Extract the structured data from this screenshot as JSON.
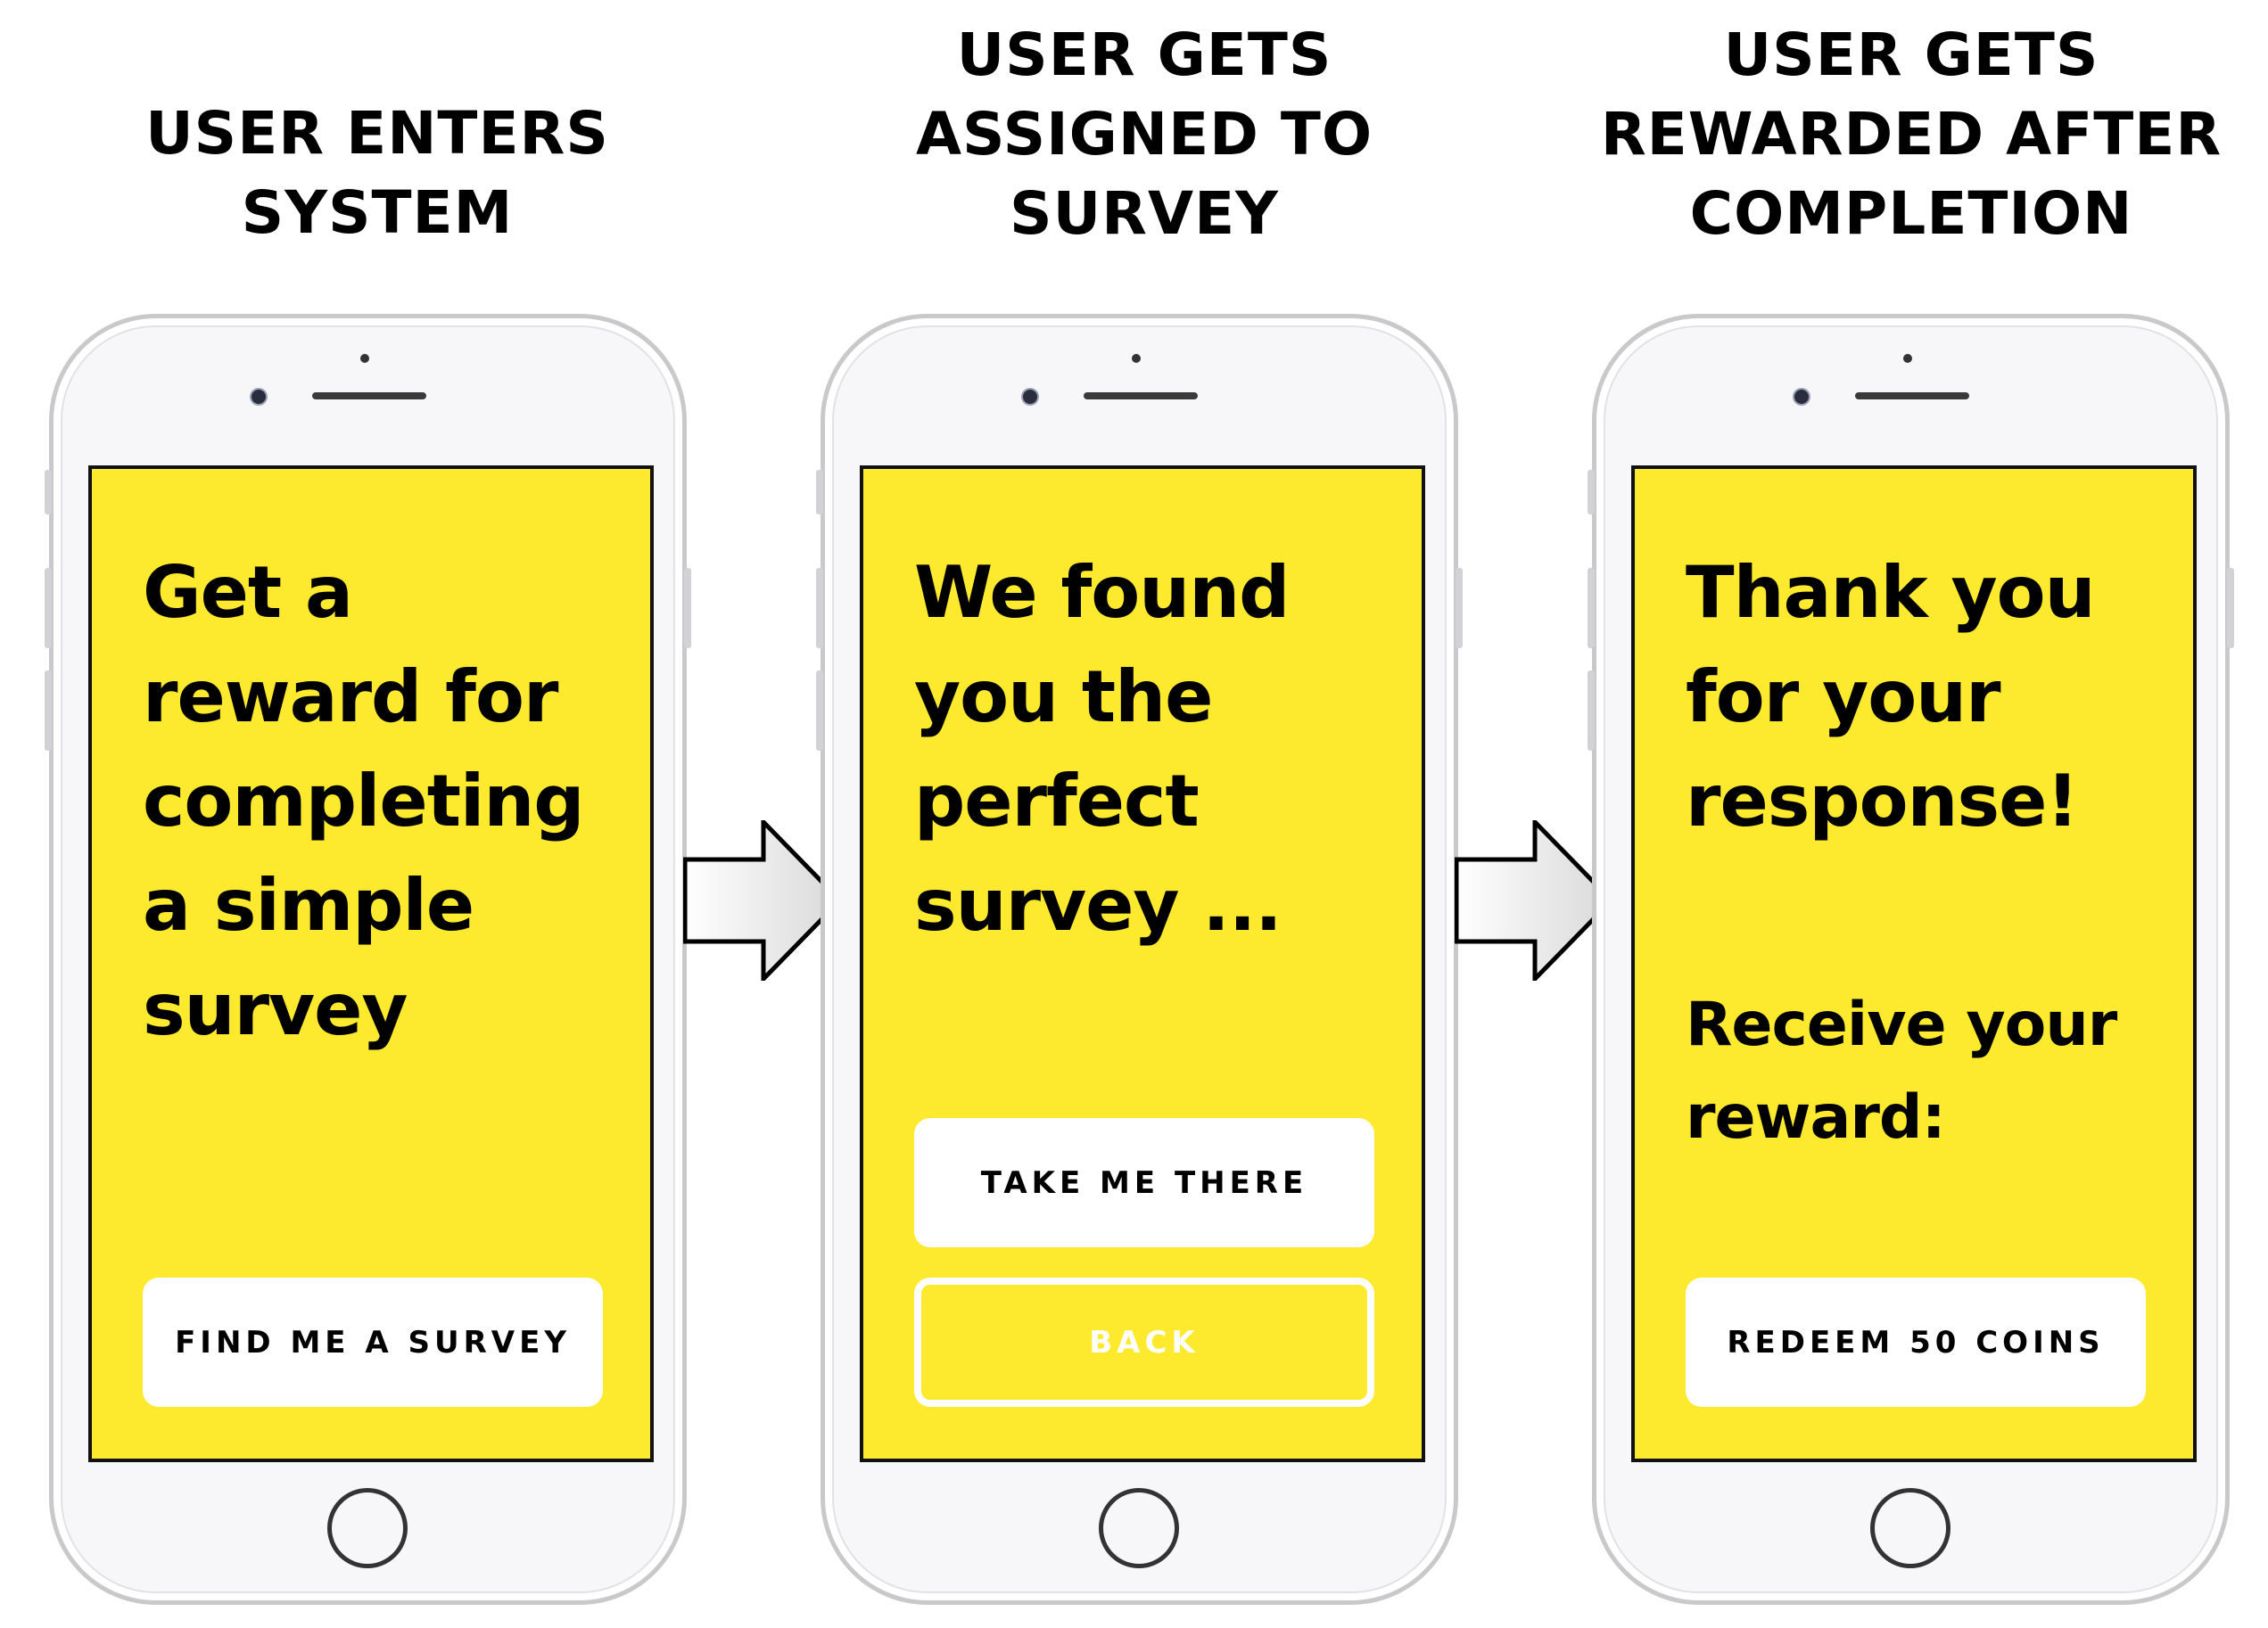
{
  "steps": [
    {
      "title_lines": [
        "USER ENTERS",
        "SYSTEM"
      ],
      "headline_lines": [
        "Get a",
        "reward for",
        "completing",
        "a simple",
        "survey"
      ],
      "buttons": [
        {
          "label": "FIND ME A SURVEY",
          "style": "filled"
        }
      ]
    },
    {
      "title_lines": [
        "USER GETS",
        "ASSIGNED TO",
        "SURVEY"
      ],
      "headline_lines": [
        "We found",
        "you the",
        "perfect",
        "survey ..."
      ],
      "buttons": [
        {
          "label": "TAKE ME THERE",
          "style": "filled"
        },
        {
          "label": "BACK",
          "style": "outline"
        }
      ]
    },
    {
      "title_lines": [
        "USER GETS",
        "REWARDED AFTER",
        "COMPLETION"
      ],
      "headline_lines": [
        "Thank you",
        "for your",
        "response!"
      ],
      "subline_lines": [
        "Receive your",
        "reward:"
      ],
      "buttons": [
        {
          "label": "REDEEM 50 COINS",
          "style": "filled"
        }
      ]
    }
  ],
  "colors": {
    "screen_background": "#fde92e",
    "button_background": "#ffffff",
    "text": "#000000"
  }
}
